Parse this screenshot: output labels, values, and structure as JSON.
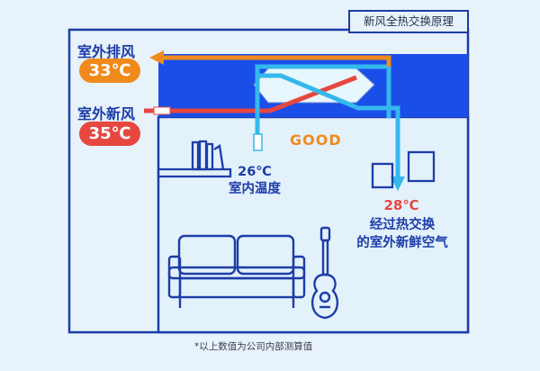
{
  "title": "新风全热交换原理",
  "exhaust": {
    "label": "室外排风",
    "temp": "33℃"
  },
  "fresh_outdoor": {
    "label": "室外新风",
    "temp": "35℃"
  },
  "status": "GOOD",
  "indoor": {
    "temp": "26℃",
    "label": "室内温度"
  },
  "supply": {
    "temp": "28℃",
    "line1": "经过热交换",
    "line2": "的室外新鲜空气"
  },
  "footnote": "*以上数值为公司内部测算值",
  "colors": {
    "outline": "#1d3da8",
    "duct_blue": "#1a4ee8",
    "cool_air": "#35b8ec",
    "hot_air": "#e6473f",
    "exhaust_air": "#f08a1c",
    "room": "#e3f1fb"
  },
  "icons": [
    "heat-exchanger-core-icon",
    "bookshelf-icon",
    "sofa-icon",
    "guitar-icon",
    "picture-frame-icon"
  ]
}
